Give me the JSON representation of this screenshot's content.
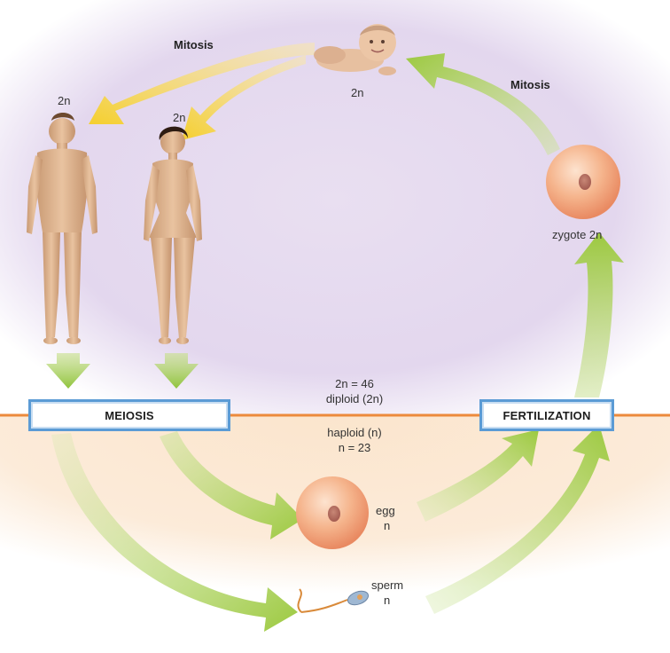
{
  "diagram": {
    "labels": {
      "mitosis_left": "Mitosis",
      "mitosis_right": "Mitosis",
      "male_ploidy": "2n",
      "female_ploidy": "2n",
      "baby_ploidy": "2n",
      "zygote": "zygote 2n",
      "diploid_count": "2n = 46",
      "diploid_text": "diploid (2n)",
      "haploid_text": "haploid (n)",
      "haploid_count": "n = 23",
      "egg": "egg",
      "egg_ploidy": "n",
      "sperm": "sperm",
      "sperm_ploidy": "n"
    },
    "boxes": {
      "meiosis": "MEIOSIS",
      "fertilization": "FERTILIZATION"
    },
    "colors": {
      "diploid_bg": "#e6dcef",
      "haploid_bg": "#fbe6cf",
      "divider": "#ec8a3c",
      "green_arrow": "#a9cf4a",
      "yellow_arrow": "#f6d23c",
      "box_border": "#5b9bd5",
      "cell": "#f2a983"
    }
  }
}
